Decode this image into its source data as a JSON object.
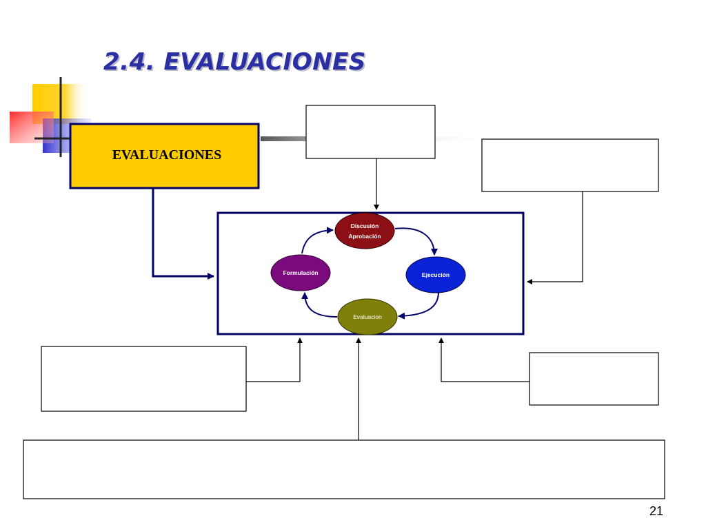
{
  "slide": {
    "title": "2.4. EVALUACIONES",
    "page_number": "21"
  },
  "diagram": {
    "main_box_label": "EVALUACIONES",
    "cycle": {
      "discusion_line1": "Discusión",
      "discusion_line2": "Aprobación",
      "ejecucion": "Ejecución",
      "evaluacion": "Evaluacion",
      "formulacion": "Formulación"
    },
    "colors": {
      "title": "#2b2fa4",
      "main_box_fill": "#ffcc00",
      "frame_border": "#000066",
      "discusion": "#8b0f14",
      "ejecucion": "#0b23d6",
      "evaluacion": "#7f7f0a",
      "formulacion": "#7c0a7f",
      "decor_yellow": "#ffcc00",
      "decor_red": "#ff3b3b",
      "decor_blue": "#3333cc"
    }
  }
}
